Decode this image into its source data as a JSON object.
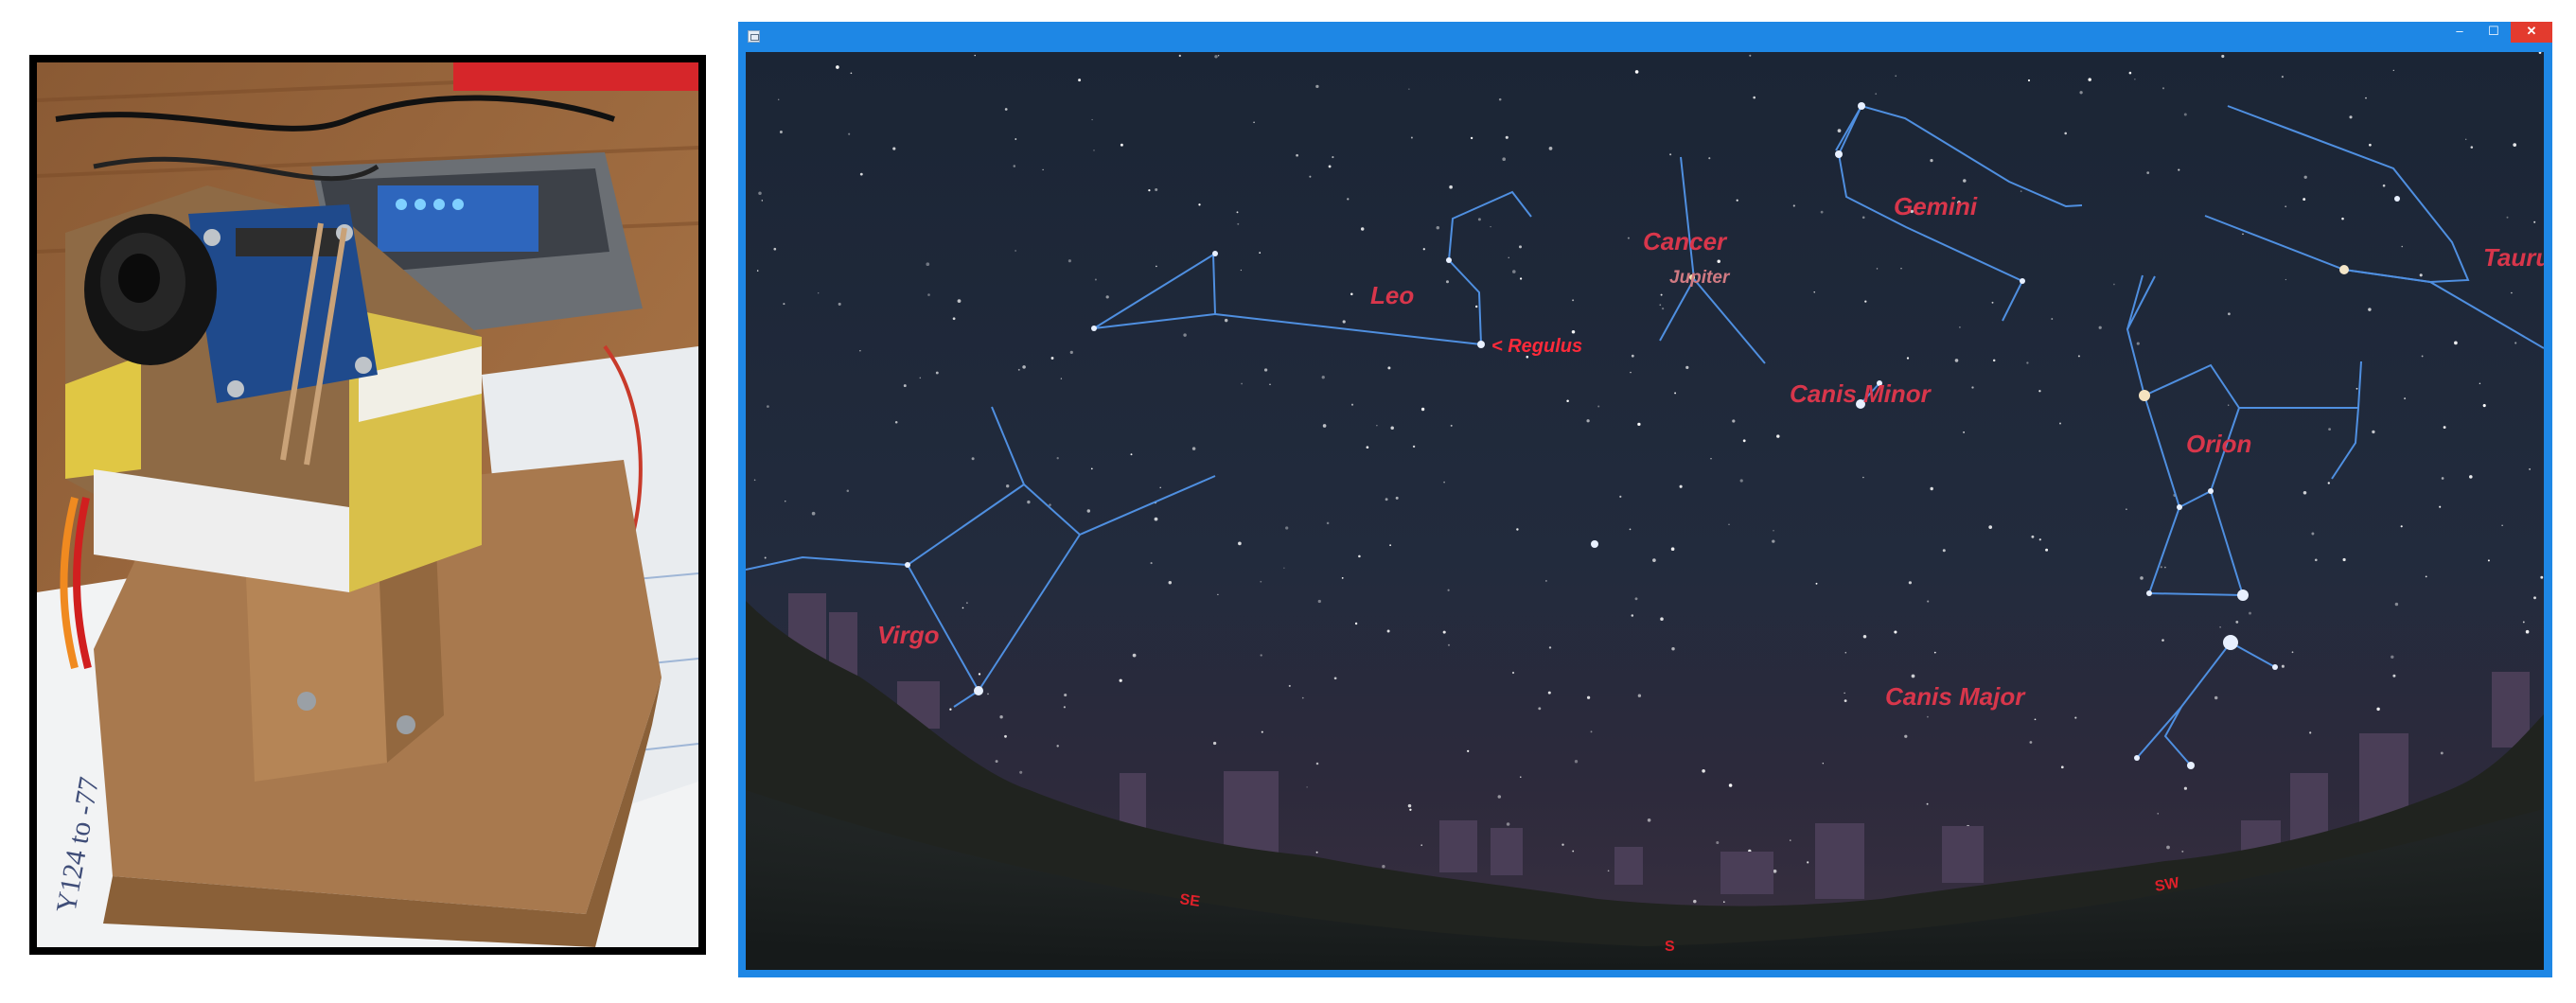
{
  "photo": {
    "subject": "camera pan-tilt mount",
    "handwriting": "Y124 to -77"
  },
  "window": {
    "title": "",
    "controls": {
      "minimize": "–",
      "maximize": "☐",
      "close": "✕"
    }
  },
  "sky": {
    "constellations": {
      "leo": "Leo",
      "cancer": "Cancer",
      "gemini": "Gemini",
      "taurus": "Taurus",
      "canis_minor": "Canis Minor",
      "orion": "Orion",
      "virgo": "Virgo",
      "canis_major": "Canis Major"
    },
    "objects": {
      "jupiter": "Jupiter",
      "regulus": "< Regulus"
    },
    "cardinals": {
      "se": "SE",
      "s": "S",
      "sw": "SW"
    }
  },
  "colors": {
    "window_frame": "#1e87e5",
    "close_button": "#e33b2e",
    "constellation_line": "#4f8fe0",
    "constellation_label": "#d8364b",
    "cardinal_label": "#e0202a"
  }
}
